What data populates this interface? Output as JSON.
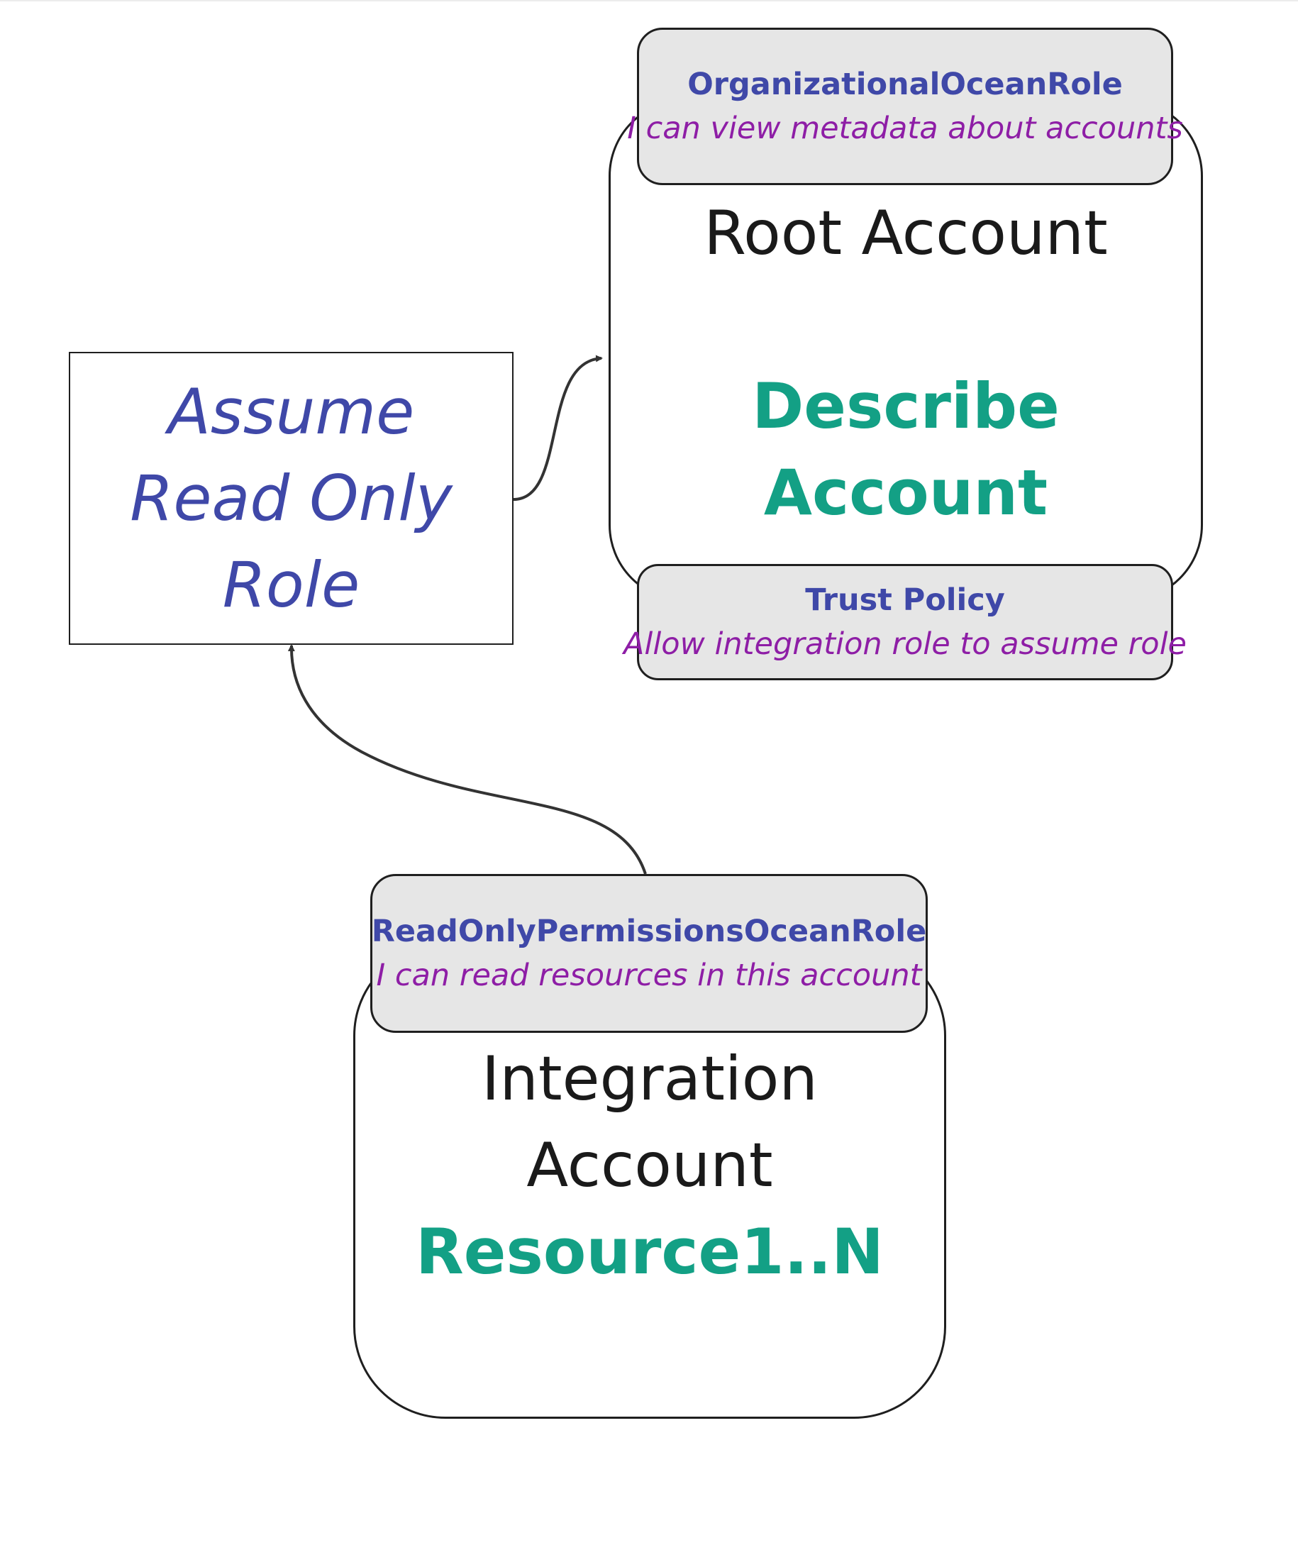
{
  "root_account": {
    "title": "Root Account",
    "resource_line1": "Describe",
    "resource_line2": "Account",
    "role_name": "OrganizationalOceanRole",
    "role_desc": "I can view metadata about accounts",
    "trust_name": "Trust Policy",
    "trust_desc": "Allow integration role to assume role"
  },
  "assume_box": {
    "line1": "Assume",
    "line2": "Read Only",
    "line3": "Role"
  },
  "integration_account": {
    "title_line1": "Integration",
    "title_line2": "Account",
    "resource": "Resource1..N",
    "role_name": "ReadOnlyPermissionsOceanRole",
    "role_desc": "I can read resources in this account"
  },
  "colors": {
    "role_name": "#3f48a8",
    "role_desc": "#8e1ea6",
    "resource": "#13a085",
    "role_box_fill": "#e6e6e6"
  }
}
